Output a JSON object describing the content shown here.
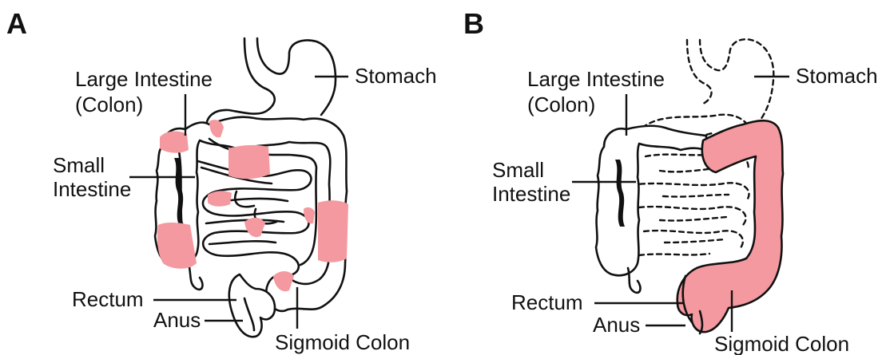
{
  "panels": [
    {
      "id": "A",
      "label": "A",
      "labels": {
        "large_intestine_1": "Large Intestine",
        "large_intestine_2": "(Colon)",
        "stomach": "Stomach",
        "small_intestine_1": "Small",
        "small_intestine_2": "Intestine",
        "rectum": "Rectum",
        "anus": "Anus",
        "sigmoid_colon": "Sigmoid Colon"
      }
    },
    {
      "id": "B",
      "label": "B",
      "labels": {
        "large_intestine_1": "Large Intestine",
        "large_intestine_2": "(Colon)",
        "stomach": "Stomach",
        "small_intestine_1": "Small",
        "small_intestine_2": "Intestine",
        "rectum": "Rectum",
        "anus": "Anus",
        "sigmoid_colon": "Sigmoid Colon"
      }
    }
  ],
  "colors": {
    "inflamed": "#F4999F",
    "outline": "#111111",
    "background": "#ffffff"
  }
}
